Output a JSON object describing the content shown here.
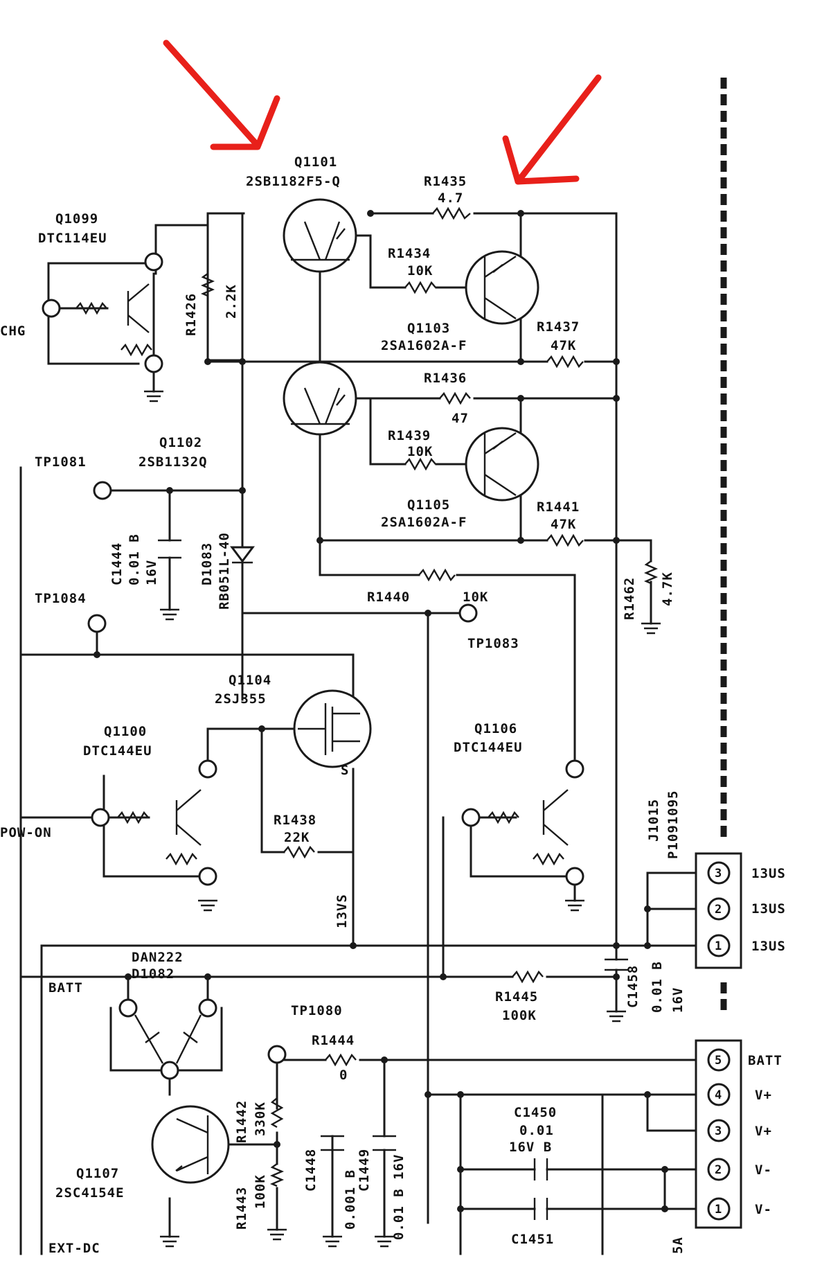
{
  "colors": {
    "ink": "#1a1a1a",
    "annotation": "#e8201a",
    "paper": "#ffffff"
  },
  "icons": {
    "arrow_left": "red-arrow-icon",
    "arrow_right": "red-arrow-icon",
    "ground": "ground-icon",
    "resistor": "resistor-icon",
    "transistor": "transistor-icon",
    "diode": "diode-icon",
    "capacitor": "capacitor-icon"
  },
  "components": {
    "q1101": {
      "ref": "Q1101",
      "part": "2SB1182F5-Q"
    },
    "q1099": {
      "ref": "Q1099",
      "part": "DTC114EU"
    },
    "q1102": {
      "ref": "Q1102",
      "part": "2SB1132Q"
    },
    "q1103": {
      "ref": "Q1103",
      "part": "2SA1602A-F"
    },
    "q1105": {
      "ref": "Q1105",
      "part": "2SA1602A-F"
    },
    "q1104": {
      "ref": "Q1104",
      "part": "2SJ355"
    },
    "q1100": {
      "ref": "Q1100",
      "part": "DTC144EU"
    },
    "q1106": {
      "ref": "Q1106",
      "part": "DTC144EU"
    },
    "q1107": {
      "ref": "Q1107",
      "part": "2SC4154E"
    },
    "d1083": {
      "ref": "D1083",
      "part": "RB051L-40"
    },
    "d1082": {
      "ref": "D1082",
      "part": "DAN222"
    },
    "r1426": {
      "ref": "R1426",
      "value": "2.2K"
    },
    "r1435": {
      "ref": "R1435",
      "value": "4.7"
    },
    "r1434": {
      "ref": "R1434",
      "value": "10K"
    },
    "r1437": {
      "ref": "R1437",
      "value": "47K"
    },
    "r1436": {
      "ref": "R1436",
      "value": "47"
    },
    "r1439": {
      "ref": "R1439",
      "value": "10K"
    },
    "r1441": {
      "ref": "R1441",
      "value": "47K"
    },
    "r1440": {
      "ref": "R1440",
      "value": "10K"
    },
    "r1462": {
      "ref": "R1462",
      "value": "4.7K"
    },
    "r1438": {
      "ref": "R1438",
      "value": "22K"
    },
    "r1445": {
      "ref": "R1445",
      "value": "100K"
    },
    "r1444": {
      "ref": "R1444",
      "value": "0"
    },
    "r1442": {
      "ref": "R1442",
      "value": "330K"
    },
    "r1443": {
      "ref": "R1443",
      "value": "100K"
    },
    "c1444": {
      "ref": "C1444",
      "value": "0.01 B",
      "rating": "16V"
    },
    "c1458": {
      "ref": "C1458",
      "value": "0.01 B",
      "rating": "16V"
    },
    "c1448": {
      "ref": "C1448",
      "value": "0.001 B"
    },
    "c1449": {
      "ref": "C1449",
      "value": "0.01 B 16V"
    },
    "c1450": {
      "ref": "C1450",
      "value": "0.01",
      "rating": "16V  B"
    },
    "c1451": {
      "ref": "C1451"
    }
  },
  "test_points": {
    "tp1081": "TP1081",
    "tp1084": "TP1084",
    "tp1083": "TP1083",
    "tp1080": "TP1080"
  },
  "nets": {
    "chg": "CHG",
    "pow_on": "POW-ON",
    "batt": "BATT",
    "ext_dc": "EXT-DC",
    "v13s": "13VS",
    "s_pin": "S",
    "fuse": "5A"
  },
  "connector": {
    "ref": "J1015",
    "part": "P1091095",
    "upper_pins": [
      {
        "num": "3",
        "label": "13US"
      },
      {
        "num": "2",
        "label": "13US"
      },
      {
        "num": "1",
        "label": "13US"
      }
    ],
    "lower_pins": [
      {
        "num": "5",
        "label": "BATT"
      },
      {
        "num": "4",
        "label": "V+"
      },
      {
        "num": "3",
        "label": "V+"
      },
      {
        "num": "2",
        "label": "V-"
      },
      {
        "num": "1",
        "label": "V-"
      }
    ]
  }
}
